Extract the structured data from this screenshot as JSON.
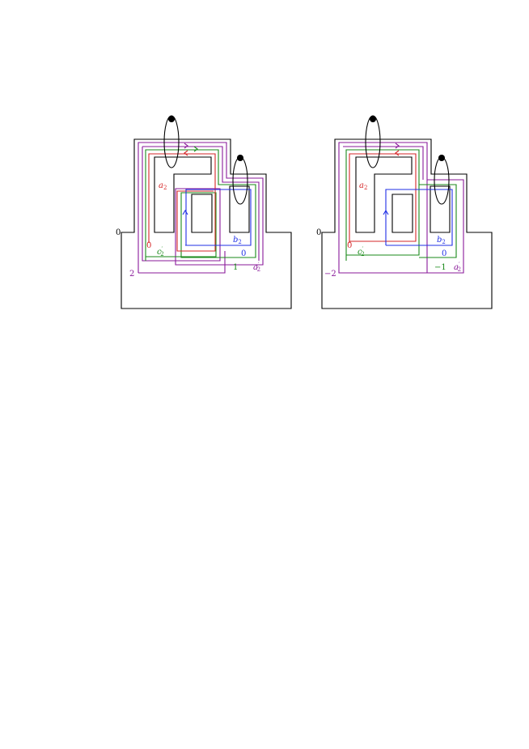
{
  "colors": {
    "outline": "#000000",
    "red": "#d62728",
    "green": "#1a8a1a",
    "blue": "#1f2fe6",
    "purple": "#8a1a9a"
  },
  "left": {
    "framing_outer": "0",
    "a2": {
      "sym": "a",
      "sub": "2"
    },
    "label_0_red": "0",
    "c2p": {
      "sym": "c",
      "prime": "′",
      "sub": "2"
    },
    "b2": {
      "sym": "b",
      "sub": "2"
    },
    "label_0_blue": "0",
    "label_1_green": "1",
    "a2p": {
      "sym": "a",
      "prime": "′",
      "sub": "2"
    },
    "label_2_purple": "2"
  },
  "right": {
    "framing_outer": "0",
    "a2": {
      "sym": "a",
      "sub": "2"
    },
    "label_0_red": "0",
    "c2p": {
      "sym": "c",
      "prime": "′",
      "sub": "2"
    },
    "b2": {
      "sym": "b",
      "sub": "2"
    },
    "label_0_blue": "0",
    "label_m1_green": "−1",
    "a2p": {
      "sym": "a",
      "prime": "′",
      "sub": "2"
    },
    "label_m2_purple": "−2"
  }
}
